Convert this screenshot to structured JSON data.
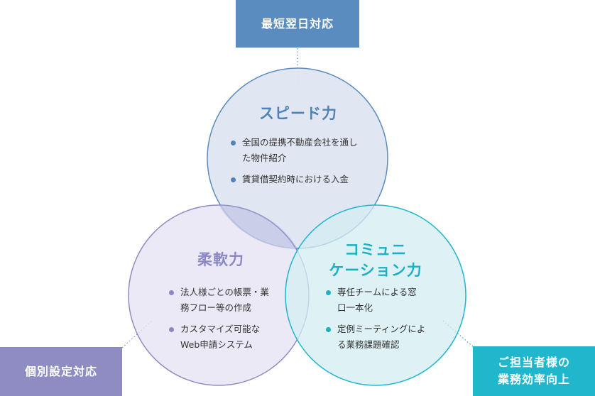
{
  "tags": {
    "top": "最短翌日対応",
    "left": "個別設定対応",
    "right_line1": "ご担当者様の",
    "right_line2": "業務効率向上"
  },
  "circles": {
    "speed": {
      "title": "スピード力",
      "points": [
        "全国の提携不動産会社を通した物件紹介",
        "賃貸借契約時における入金"
      ]
    },
    "flexibility": {
      "title": "柔軟力",
      "points": [
        "法人様ごとの帳票・業務フロー等の作成",
        "カスタマイズ可能なWeb申請システム"
      ]
    },
    "communication": {
      "title_line1": "コミュニ",
      "title_line2": "ケーション力",
      "points": [
        "専任チームによる窓口一本化",
        "定例ミーティングによる業務課題確認"
      ]
    }
  },
  "colors": {
    "speed": "#4f82bb",
    "flexibility": "#8c87c4",
    "communication": "#1cb0c6"
  }
}
